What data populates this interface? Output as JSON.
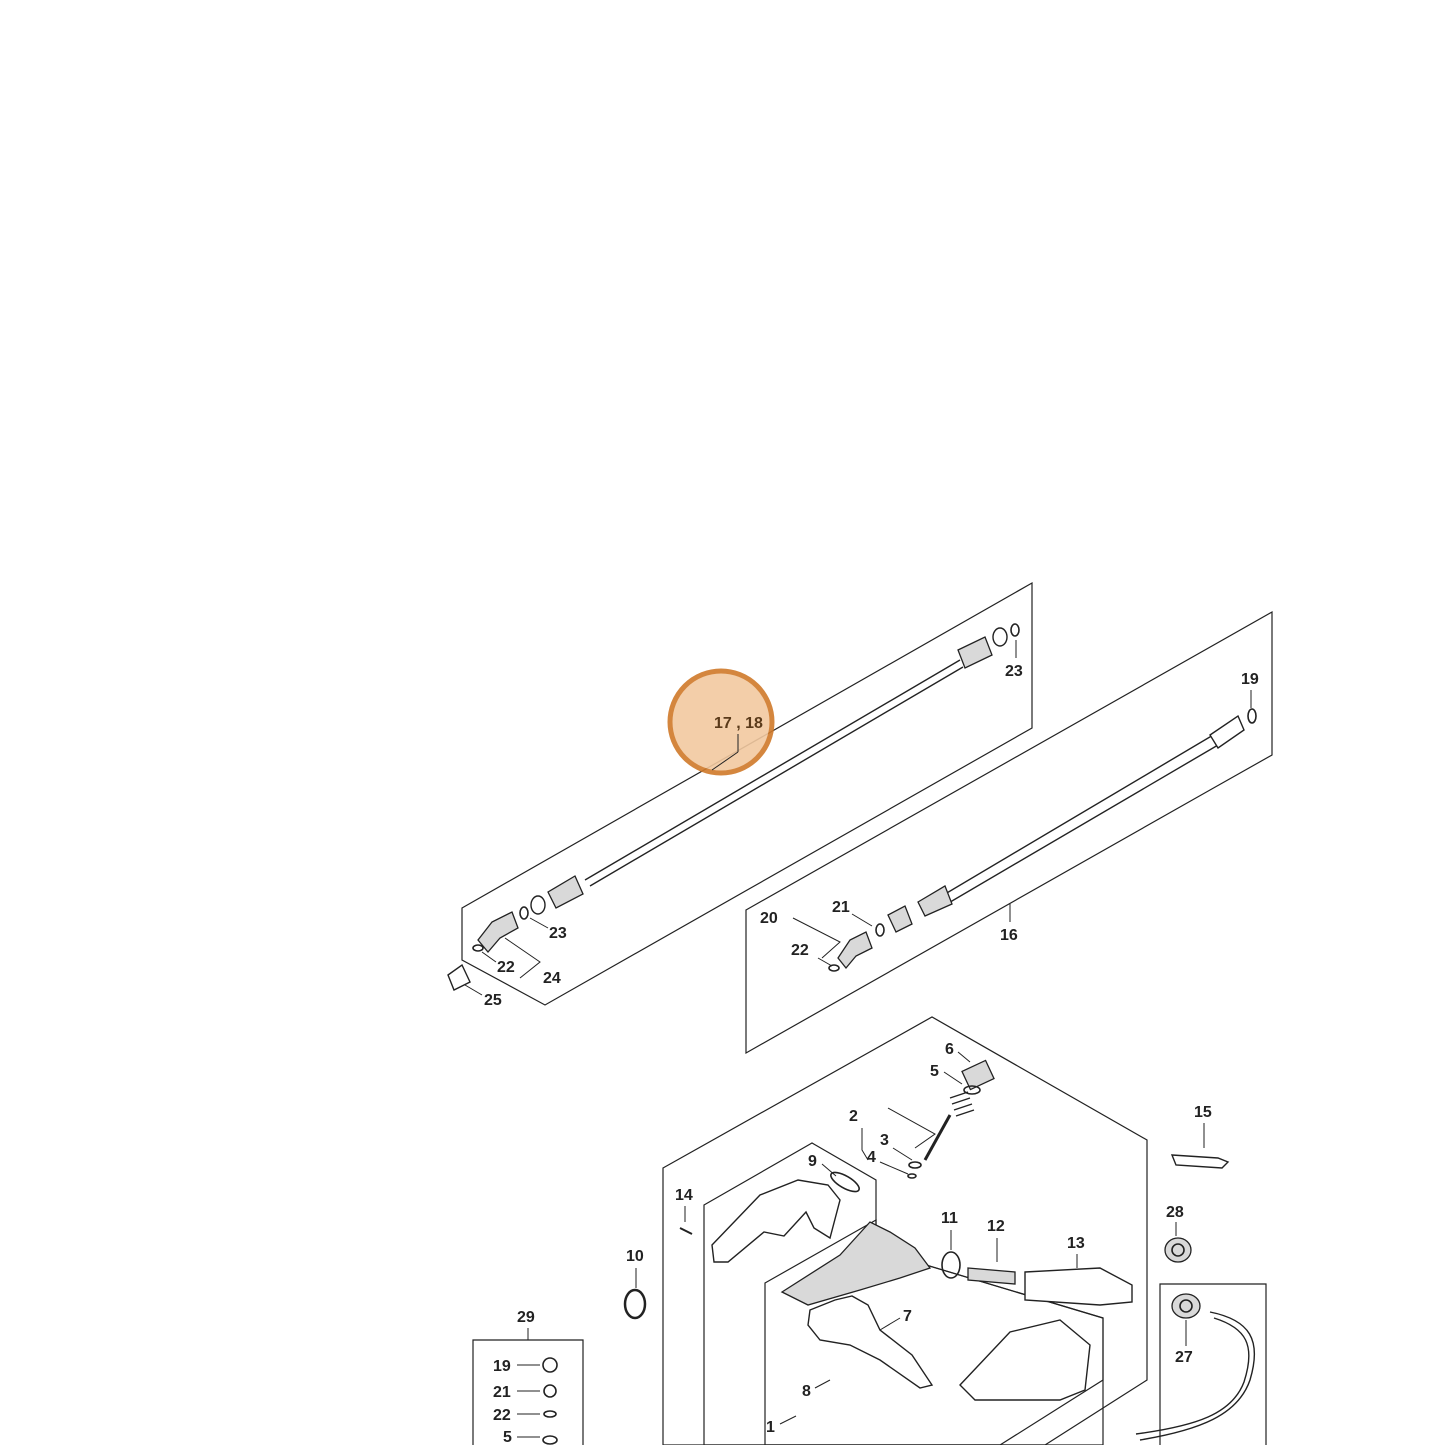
{
  "diagram": {
    "callouts": {
      "c1": "1",
      "c2": "2",
      "c3": "3",
      "c4": "4",
      "c5a": "5",
      "c5b": "5",
      "c6": "6",
      "c7": "7",
      "c8": "8",
      "c9": "9",
      "c10": "10",
      "c11": "11",
      "c12": "12",
      "c13": "13",
      "c14": "14",
      "c15": "15",
      "c16": "16",
      "c19a": "19",
      "c19b": "19",
      "c20": "20",
      "c21a": "21",
      "c21b": "21",
      "c22a": "22",
      "c22b": "22",
      "c22c": "22",
      "c23a": "23",
      "c23b": "23",
      "c24": "24",
      "c25": "25",
      "c27": "27",
      "c28": "28",
      "c29": "29"
    },
    "highlight": {
      "label": "17 , 18",
      "fill_color": "#f2c9a0",
      "stroke_color": "#d07a2a"
    },
    "line_color": "#222222"
  }
}
